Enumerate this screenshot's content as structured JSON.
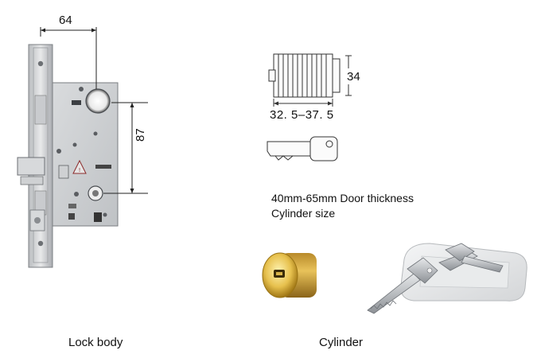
{
  "lock_body": {
    "dim_backset": "64",
    "dim_center": "87",
    "caption": "Lock body"
  },
  "cylinder_drawing": {
    "dim_diameter": "34",
    "dim_length": "32. 5–37. 5"
  },
  "spec": {
    "line1": "40mm-65mm Door thickness",
    "line2": "Cylinder size"
  },
  "cylinder_photo": {
    "caption": "Cylinder"
  }
}
